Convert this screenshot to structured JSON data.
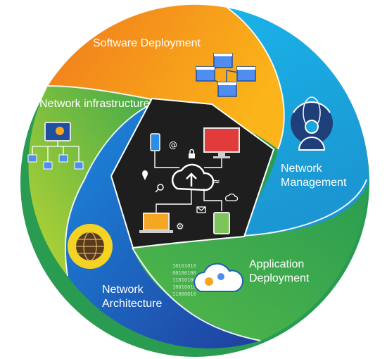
{
  "segments": {
    "software_deployment": {
      "label": "Software Deployment",
      "color": "#f7a21b"
    },
    "network_management": {
      "line1": "Network",
      "line2": "Management",
      "color": "#1aa6dc"
    },
    "application_deployment": {
      "line1": "Application",
      "line2": "Deployment",
      "color": "#34a853"
    },
    "network_architecture": {
      "line1": "Network",
      "line2": "Architecture",
      "color": "#1e5fbf"
    },
    "network_infrastructure": {
      "label": "Network infrastructure",
      "color": "#7dc242"
    }
  },
  "center": {
    "color": "#1e1e1e"
  },
  "binary_text": [
    "10101010",
    "00100100",
    "11010100",
    "10010010",
    "11000010"
  ],
  "icons": {
    "center": [
      "cloud-upload-icon",
      "smartphone-icon",
      "desktop-monitor-icon",
      "laptop-icon",
      "tablet-icon",
      "at-sign-icon",
      "padlock-icon",
      "location-pin-icon",
      "magnifier-icon",
      "wifi-icon",
      "envelope-icon",
      "gears-icon",
      "small-cloud-icon"
    ],
    "software_deployment": "browser-windows-network-icon",
    "network_management": "global-user-icon",
    "application_deployment": "cloud-gears-icon",
    "network_architecture": "globe-icon",
    "network_infrastructure": "network-computers-icon"
  }
}
